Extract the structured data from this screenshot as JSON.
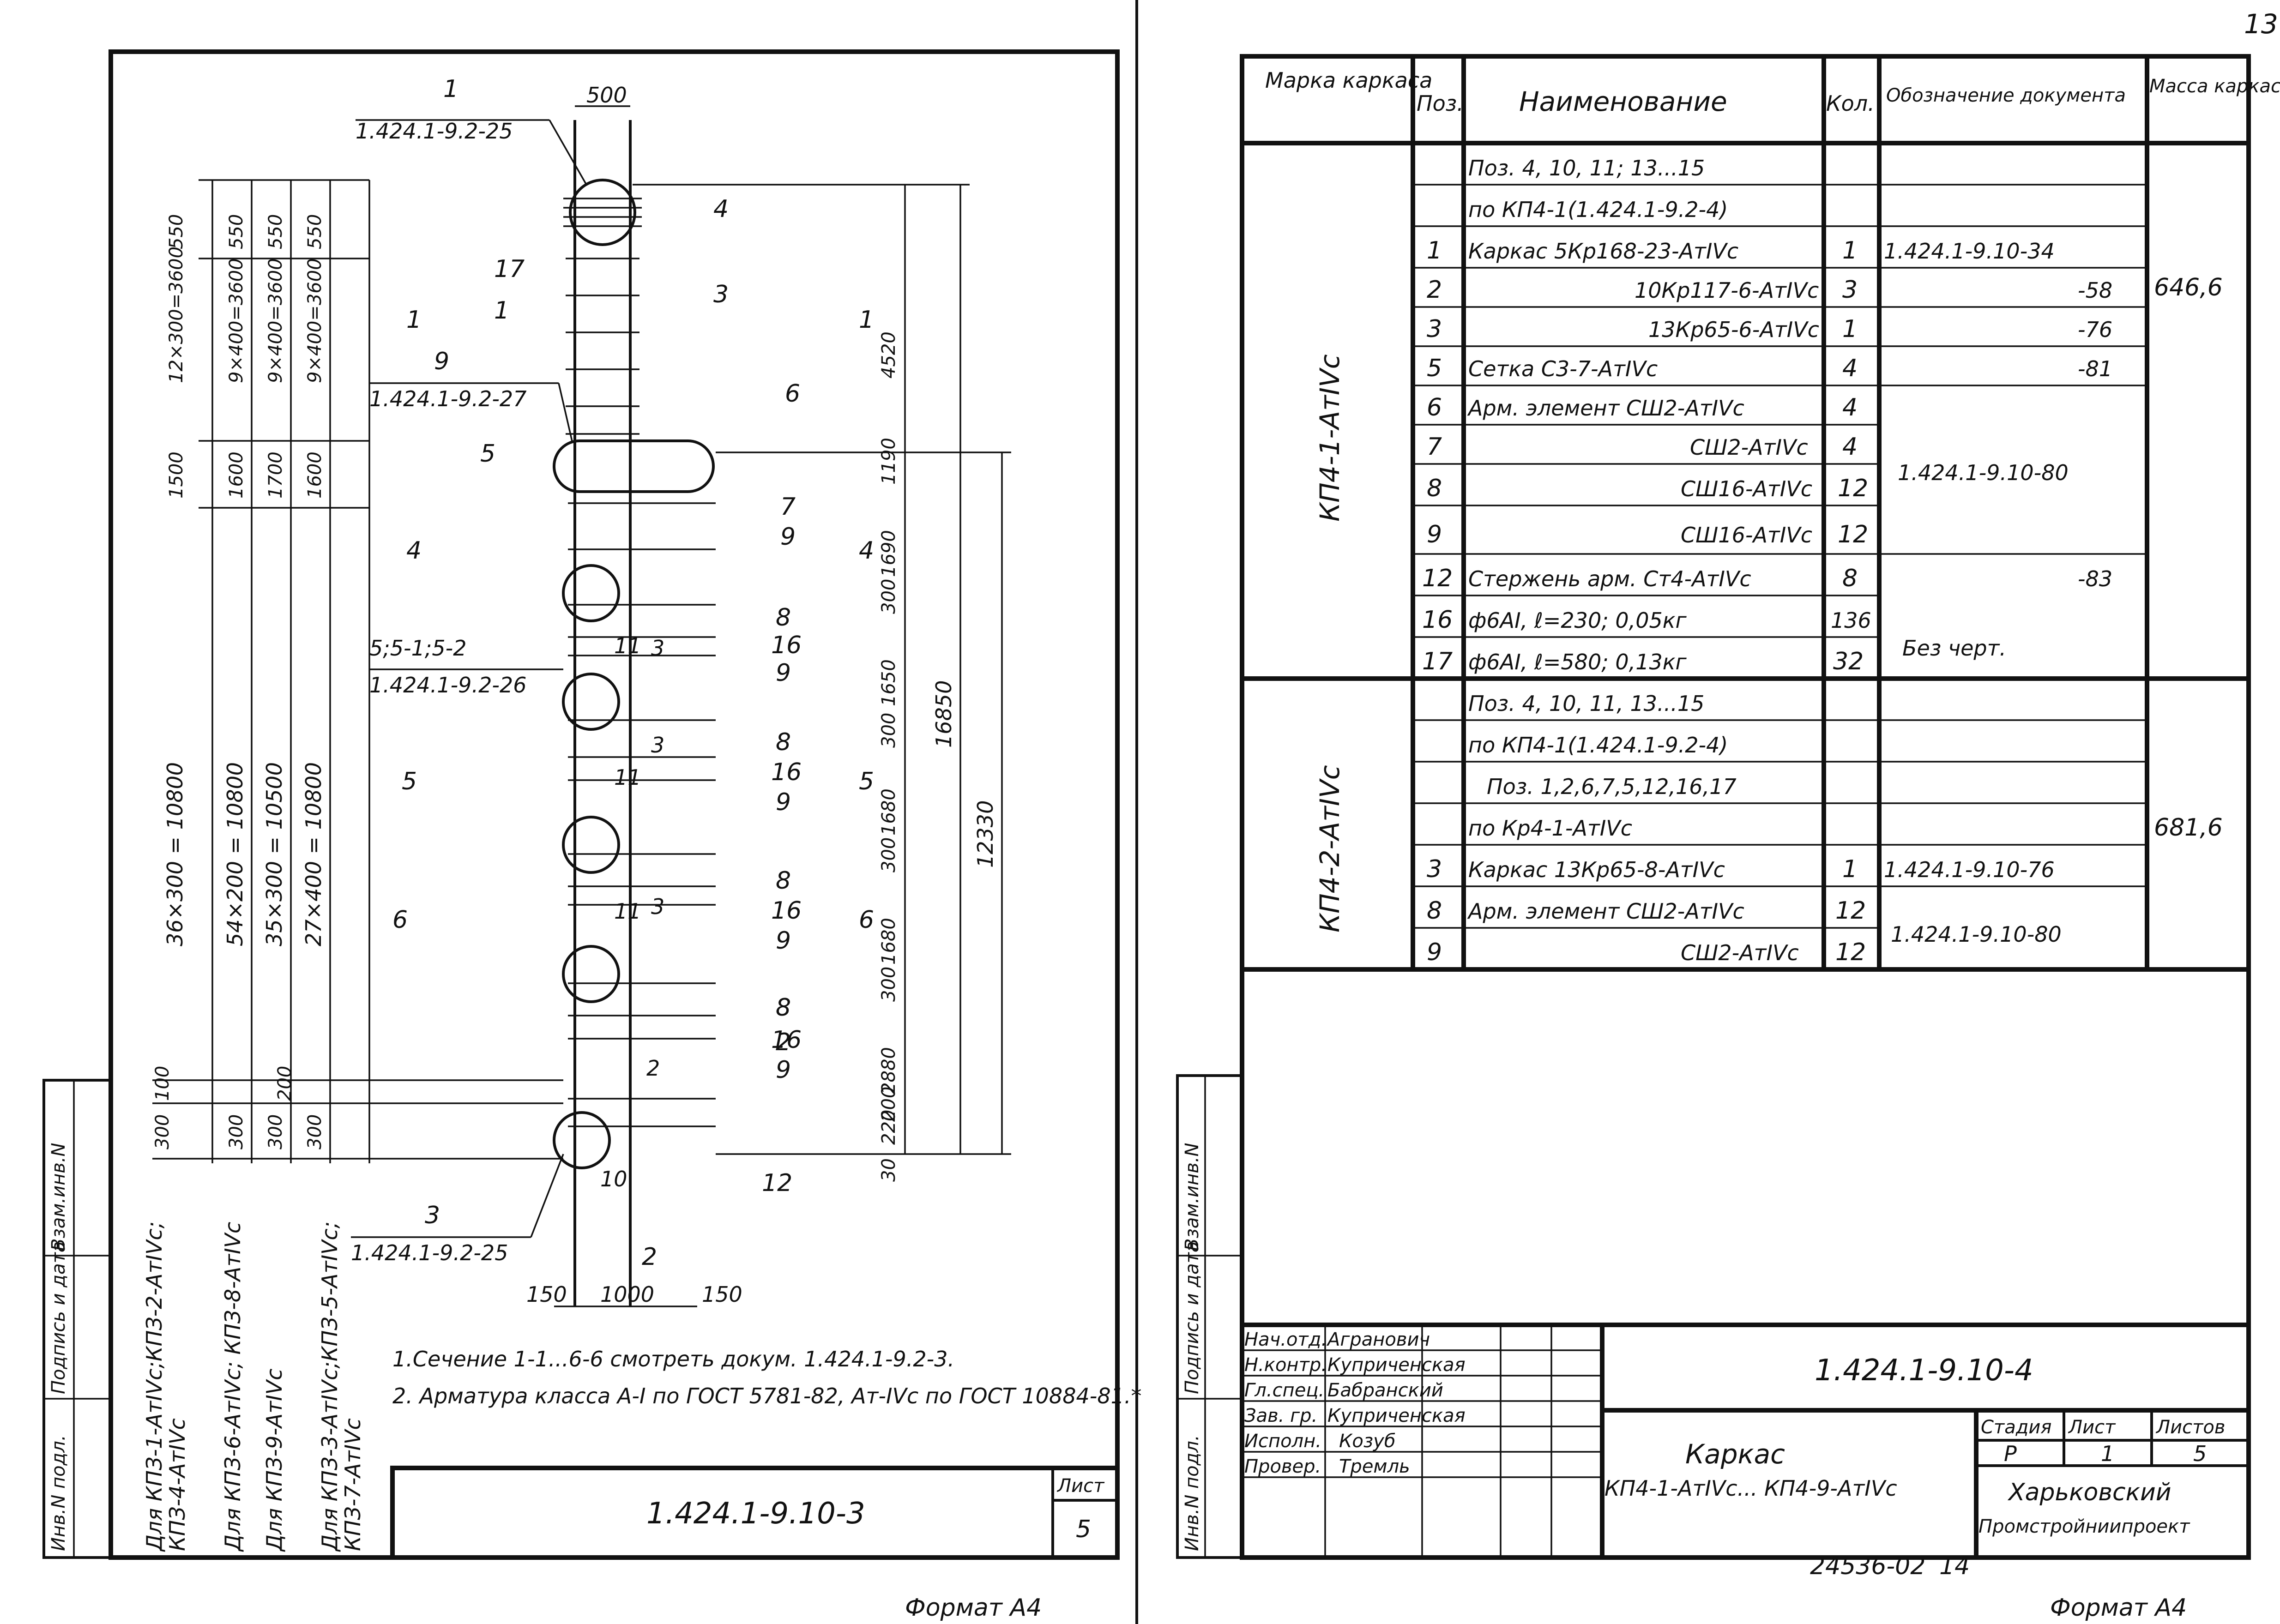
{
  "page_number": "13",
  "format_left": "Формат А4",
  "format_right": "Формат А4",
  "archive_number": "24536-02",
  "archive_page": "14",
  "left_sheet": {
    "doc_code": "1.424.1-9.10-3",
    "sheet_label": "Лист",
    "sheet_value": "5",
    "side_stamp": [
      "Инв.N подл.",
      "Подпись и дата",
      "Взам.инв.N"
    ],
    "drawing": {
      "refs": {
        "ref1_num": "1",
        "ref1_doc": "1.424.1-9.2-25",
        "ref9_num": "9",
        "ref9_doc": "1.424.1-9.2-27",
        "ref3_num": "3",
        "ref3_doc": "1.424.1-9.2-25",
        "ref5_num": "5;5-1;5-2",
        "ref5_doc": "1.424.1-9.2-26"
      },
      "top_width": "500",
      "bottom_dims": [
        "150",
        "1000",
        "150"
      ],
      "col_dims": {
        "c1": [
          "550",
          "12×300=3600",
          "1500",
          "36×300 = 10800",
          "100",
          "300"
        ],
        "c2": [
          "550",
          "9×400=3600",
          "1600",
          "54×200 = 10800",
          "300"
        ],
        "c3": [
          "550",
          "9×400=3600",
          "1700",
          "35×300 = 10500",
          "200",
          "300"
        ],
        "c4": [
          "550",
          "9×400=3600",
          "1600",
          "27×400 = 10800",
          "300"
        ]
      },
      "right_dims": [
        "4520",
        "1190",
        "1690",
        "300",
        "1650",
        "300",
        "1680",
        "300",
        "1680",
        "300",
        "2880",
        "200",
        "220",
        "30",
        "16850",
        "12330"
      ],
      "sections": [
        "1",
        "1",
        "4",
        "4",
        "5",
        "5",
        "6",
        "6"
      ],
      "positions": [
        "4",
        "3",
        "17",
        "1",
        "6",
        "5",
        "7",
        "9",
        "8",
        "16",
        "9",
        "11",
        "3",
        "8",
        "16",
        "9",
        "11",
        "3",
        "8",
        "16",
        "9",
        "11",
        "3",
        "8",
        "16",
        "9",
        "8",
        "2",
        "2",
        "12",
        "10",
        "2"
      ],
      "col_captions": [
        "Для КПЗ-1-АтIVс;КПЗ-2-АтIVс;",
        "КПЗ-4-АтIVс",
        "Для КПЗ-6-АтIVс; КПЗ-8-АтIVс",
        "Для КПЗ-9-АтIVс",
        "Для КПЗ-3-АтIVс;КПЗ-5-АтIVс;",
        "КПЗ-7-АтIVс"
      ],
      "notes": [
        "1.Сечение 1-1...6-6 смотреть докум. 1.424.1-9.2-3.",
        "2. Арматура класса А-I по ГОСТ 5781-82, Ат-IVс по ГОСТ 10884-81.*"
      ]
    }
  },
  "right_sheet": {
    "side_stamp": [
      "Инв.N подл.",
      "Подпись и дата",
      "Взам.инв.N"
    ],
    "table": {
      "headers": {
        "mark": "Марка каркаса",
        "pos": "Поз.",
        "name": "Наименование",
        "qty": "Кол.",
        "doc": "Обозначение документа",
        "mass": "Масса каркаса, кг"
      },
      "group1": {
        "mark": "КП4-1-АтIVс",
        "mass": "646,6",
        "rows": [
          {
            "pos": "",
            "name": "Поз. 4, 10, 11; 13...15",
            "qty": "",
            "doc": ""
          },
          {
            "pos": "",
            "name": "по КП4-1(1.424.1-9.2-4)",
            "qty": "",
            "doc": ""
          },
          {
            "pos": "1",
            "name": "Каркас 5Кр168-23-АтIVс",
            "qty": "1",
            "doc": "1.424.1-9.10-34"
          },
          {
            "pos": "2",
            "name": "10Кр117-6-АтIVс",
            "qty": "3",
            "doc": "-58"
          },
          {
            "pos": "3",
            "name": "13Кр65-6-АтIVс",
            "qty": "1",
            "doc": "-76"
          },
          {
            "pos": "5",
            "name": "Сетка С3-7-АтIVс",
            "qty": "4",
            "doc": "-81"
          },
          {
            "pos": "6",
            "name": "Арм. элемент СШ2-АтIVс",
            "qty": "4",
            "doc": ""
          },
          {
            "pos": "7",
            "name": "СШ2-АтIVс",
            "qty": "4",
            "doc": "1.424.1-9.10-80"
          },
          {
            "pos": "8",
            "name": "СШ16-АтIVс",
            "qty": "12",
            "doc": ""
          },
          {
            "pos": "9",
            "name": "СШ16-АтIVс",
            "qty": "12",
            "doc": ""
          },
          {
            "pos": "12",
            "name": "Стержень арм. Ст4-АтIVс",
            "qty": "8",
            "doc": "-83"
          },
          {
            "pos": "16",
            "name": "ф6АI, ℓ=230;     0,05кг",
            "qty": "136",
            "doc": "Без черт."
          },
          {
            "pos": "17",
            "name": "ф6АI, ℓ=580;     0,13кг",
            "qty": "32",
            "doc": ""
          }
        ]
      },
      "group2": {
        "mark": "КП4-2-АтIVс",
        "mass": "681,6",
        "rows": [
          {
            "pos": "",
            "name": "Поз. 4, 10, 11, 13...15",
            "qty": "",
            "doc": ""
          },
          {
            "pos": "",
            "name": "по КП4-1(1.424.1-9.2-4)",
            "qty": "",
            "doc": ""
          },
          {
            "pos": "",
            "name": "Поз. 1,2,6,7,5,12,16,17",
            "qty": "",
            "doc": ""
          },
          {
            "pos": "",
            "name": "по Кр4-1-АтIVс",
            "qty": "",
            "doc": ""
          },
          {
            "pos": "3",
            "name": "Каркас 13Кр65-8-АтIVс",
            "qty": "1",
            "doc": "1.424.1-9.10-76"
          },
          {
            "pos": "8",
            "name": "Арм. элемент СШ2-АтIVс",
            "qty": "12",
            "doc": "1.424.1-9.10-80"
          },
          {
            "pos": "9",
            "name": "СШ2-АтIVс",
            "qty": "12",
            "doc": ""
          }
        ]
      }
    },
    "title_block": {
      "doc_code": "1.424.1-9.10-4",
      "title_line1": "Каркас",
      "title_line2": "КП4-1-АтIVс... КП4-9-АтIVс",
      "stage_label": "Стадия",
      "sheet_label": "Лист",
      "sheets_label": "Листов",
      "stage": "Р",
      "sheet": "1",
      "sheets": "5",
      "org_line1": "Харьковский",
      "org_line2": "Промстройниипроект",
      "people": [
        {
          "role": "Нач.отд.",
          "name": "Агранович"
        },
        {
          "role": "Н.контр.",
          "name": "Куприченская"
        },
        {
          "role": "Гл.спец.",
          "name": "Бабранский"
        },
        {
          "role": "Зав. гр.",
          "name": "Куприченская"
        },
        {
          "role": "Исполн.",
          "name": "Козуб"
        },
        {
          "role": "Провер.",
          "name": "Тремль"
        }
      ]
    }
  }
}
